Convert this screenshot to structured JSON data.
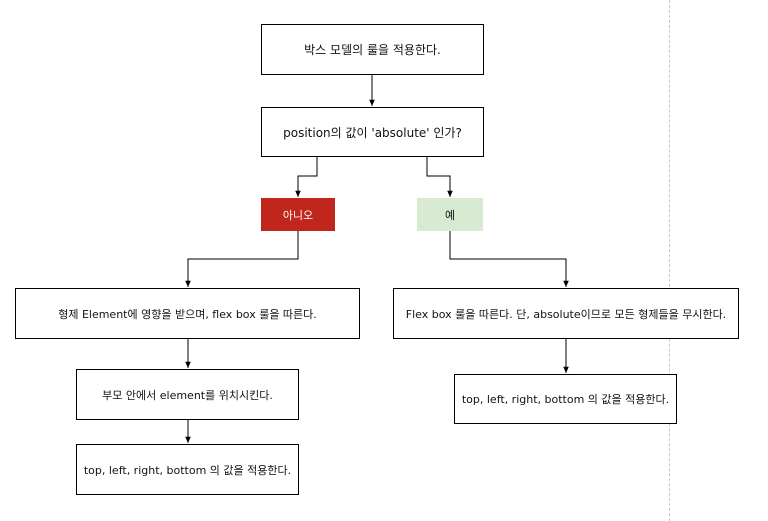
{
  "flowchart": {
    "start": "박스 모델의 룰을 적용한다.",
    "question": "position의 값이 'absolute' 인가?",
    "no_label": "아니오",
    "yes_label": "예",
    "no_branch": [
      "형제 Element에 영향을 받으며, flex box 룰을 따른다.",
      "부모 안에서 element를 위치시킨다.",
      "top, left, right, bottom 의 값을 적용한다."
    ],
    "yes_branch": [
      "Flex box 룰을 따른다. 단, absolute이므로 모든 형제들을 무시한다.",
      "top, left, right, bottom 의 값을 적용한다."
    ]
  },
  "colors": {
    "no_fill": "#c0261c",
    "no_text": "#ffffff",
    "yes_fill": "#d9ead3",
    "yes_text": "#111111",
    "line": "#000000"
  }
}
